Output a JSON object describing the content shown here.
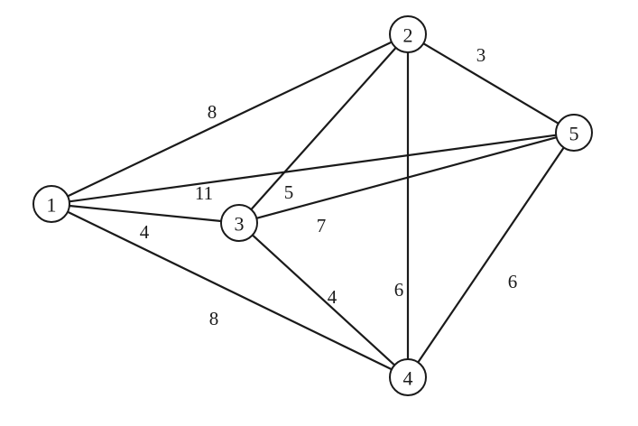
{
  "nodes": [
    {
      "id": "1",
      "label": "1"
    },
    {
      "id": "2",
      "label": "2"
    },
    {
      "id": "3",
      "label": "3"
    },
    {
      "id": "4",
      "label": "4"
    },
    {
      "id": "5",
      "label": "5"
    }
  ],
  "edges": [
    {
      "from": "1",
      "to": "2",
      "weight": "8"
    },
    {
      "from": "1",
      "to": "5",
      "weight": "11"
    },
    {
      "from": "1",
      "to": "3",
      "weight": "4"
    },
    {
      "from": "1",
      "to": "4",
      "weight": "8"
    },
    {
      "from": "2",
      "to": "5",
      "weight": "3"
    },
    {
      "from": "2",
      "to": "3",
      "weight": "5"
    },
    {
      "from": "2",
      "to": "4",
      "weight": "6"
    },
    {
      "from": "3",
      "to": "5",
      "weight": "7"
    },
    {
      "from": "3",
      "to": "4",
      "weight": "4"
    },
    {
      "from": "5",
      "to": "4",
      "weight": "6"
    }
  ]
}
